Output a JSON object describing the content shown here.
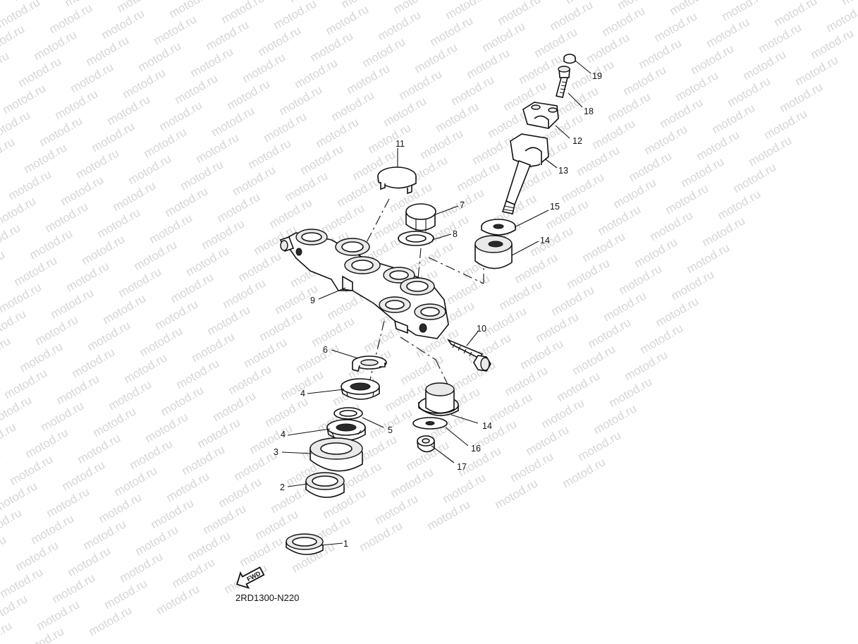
{
  "watermark": {
    "text": "motod.ru",
    "color": "#d6d6d6"
  },
  "diagram_code": "2RD1300-N220",
  "fwd_arrow": {
    "label": "FWD"
  },
  "callouts": [
    {
      "id": "p1",
      "label": "1"
    },
    {
      "id": "p2",
      "label": "2"
    },
    {
      "id": "p3",
      "label": "3"
    },
    {
      "id": "p4a",
      "label": "4"
    },
    {
      "id": "p4b",
      "label": "4"
    },
    {
      "id": "p5",
      "label": "5"
    },
    {
      "id": "p6",
      "label": "6"
    },
    {
      "id": "p7",
      "label": "7"
    },
    {
      "id": "p8",
      "label": "8"
    },
    {
      "id": "p9",
      "label": "9"
    },
    {
      "id": "p10",
      "label": "10"
    },
    {
      "id": "p11",
      "label": "11"
    },
    {
      "id": "p12",
      "label": "12"
    },
    {
      "id": "p13",
      "label": "13"
    },
    {
      "id": "p14a",
      "label": "14"
    },
    {
      "id": "p14b",
      "label": "14"
    },
    {
      "id": "p15",
      "label": "15"
    },
    {
      "id": "p16",
      "label": "16"
    },
    {
      "id": "p17",
      "label": "17"
    },
    {
      "id": "p18",
      "label": "18"
    },
    {
      "id": "p19",
      "label": "19"
    }
  ]
}
